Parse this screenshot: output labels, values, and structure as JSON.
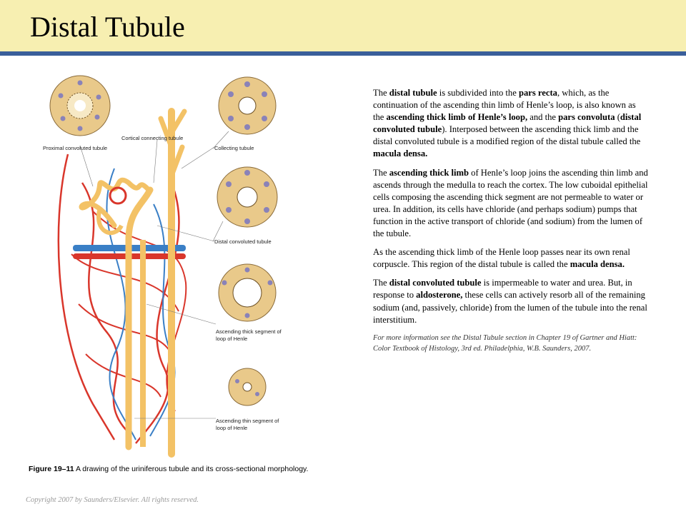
{
  "slide": {
    "title": "Distal Tubule"
  },
  "figure": {
    "labels": {
      "proximal": "Proximal convoluted tubule",
      "cortical": "Cortical connecting tubule",
      "collecting": "Collecting tubule",
      "distal": "Distal convoluted tubule",
      "thick_line1": "Ascending thick segment of",
      "thick_line2": "loop of Henle",
      "thin_line1": "Ascending thin segment of",
      "thin_line2": "loop of Henle"
    },
    "caption_num": "Figure 19–11",
    "caption_text": "A drawing of the uriniferous tubule and its cross-sectional morphology."
  },
  "body": {
    "p1": {
      "a": "The ",
      "b": "distal tubule",
      "c": " is subdivided into the ",
      "d": "pars recta",
      "e": ", which, as the continuation of the ascending thin limb of Henle’s loop, is also known as the ",
      "f": "ascending thick limb of Henle’s loop,",
      "g": " and the ",
      "h": "pars convoluta",
      "i": " (",
      "j": "distal convoluted tubule",
      "k": "). Interposed between the ascending thick limb and the distal convoluted tubule is a modified region of the distal tubule called the ",
      "l": "macula densa."
    },
    "p2": {
      "a": "The ",
      "b": "ascending thick limb",
      "c": " of Henle’s loop joins the ascending thin limb and ascends through the medulla to reach the cortex. The low cuboidal epithelial cells composing the ascending thick segment are not permeable to water or urea. In addition, its cells have chloride (and perhaps sodium) pumps that function in the active transport of chloride (and sodium) from the lumen of the tubule."
    },
    "p3": {
      "a": "As the ascending thick limb of the Henle loop passes near its own renal corpuscle. This region of the distal tubule is called the ",
      "b": "macula densa."
    },
    "p4": {
      "a": "The ",
      "b": "distal convoluted tubule",
      "c": " is impermeable to water and urea. But, in response to ",
      "d": "aldosterone,",
      "e": " these cells can actively resorb all of the remaining sodium (and, passively, chloride) from the lumen of the tubule into the renal interstitium."
    },
    "note": "For more information see the  Distal Tubule section in Chapter 19 of Gartner and Hiatt: Color Textbook of Histology, 3rd ed. Philadelphia, W.B. Saunders, 2007."
  },
  "footer": {
    "copyright": "Copyright 2007 by Saunders/Elsevier. All rights reserved."
  },
  "colors": {
    "title_band": "#f7efb1",
    "title_rule": "#3a5f9a",
    "tubule": "#f3c266",
    "artery": "#d9362b",
    "vein": "#3a7fc6",
    "cell": "#e9c98a",
    "nucleus": "#8a82b8"
  }
}
